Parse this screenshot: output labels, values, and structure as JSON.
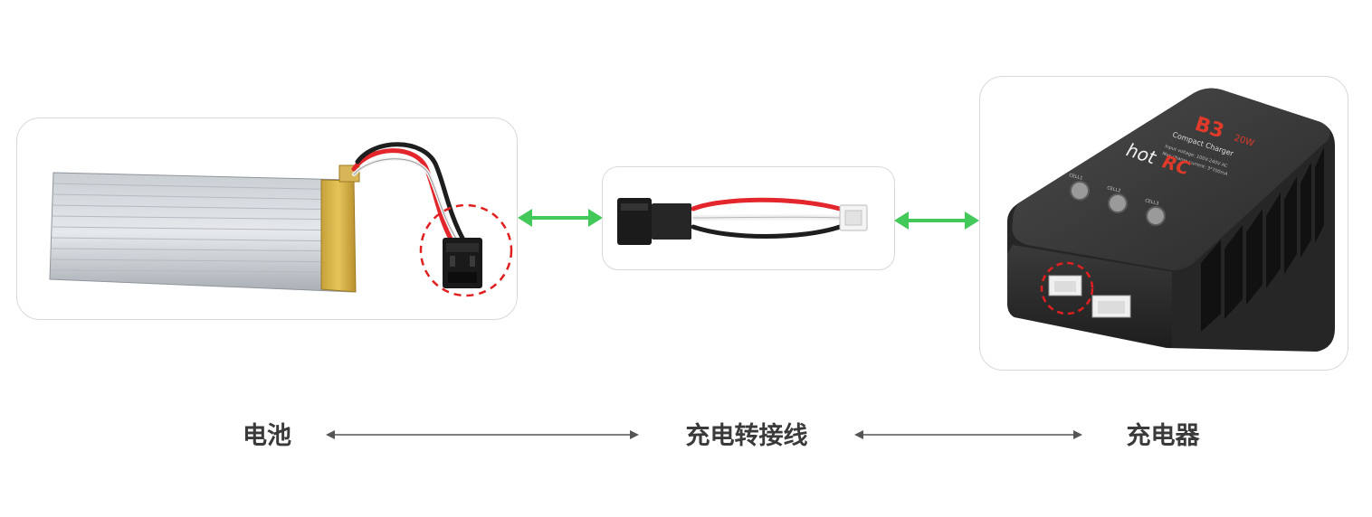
{
  "labels": {
    "battery": "电池",
    "adapter_cable": "充电转接线",
    "charger": "充电器"
  },
  "charger_device": {
    "model": "B3",
    "subtitle": "Compact Charger",
    "watt_badge": "20W",
    "spec_line_1": "Input voltage: 100V-240V AC",
    "spec_line_2": "Max charge current: 3*700mA",
    "brand_left": "hot",
    "brand_right": "RC",
    "cell_1": "CELL1",
    "cell_2": "CELL2",
    "cell_3": "CELL3"
  },
  "colors": {
    "connector_arrow": "#43c85a",
    "highlight_circle": "#e02020",
    "card_border": "#d9d9d9",
    "label_text": "#3a3a3a",
    "thin_arrow": "#555555",
    "wire_red": "#e3262b",
    "wire_black": "#1e1e1e",
    "wire_white": "#f2f2f2"
  }
}
